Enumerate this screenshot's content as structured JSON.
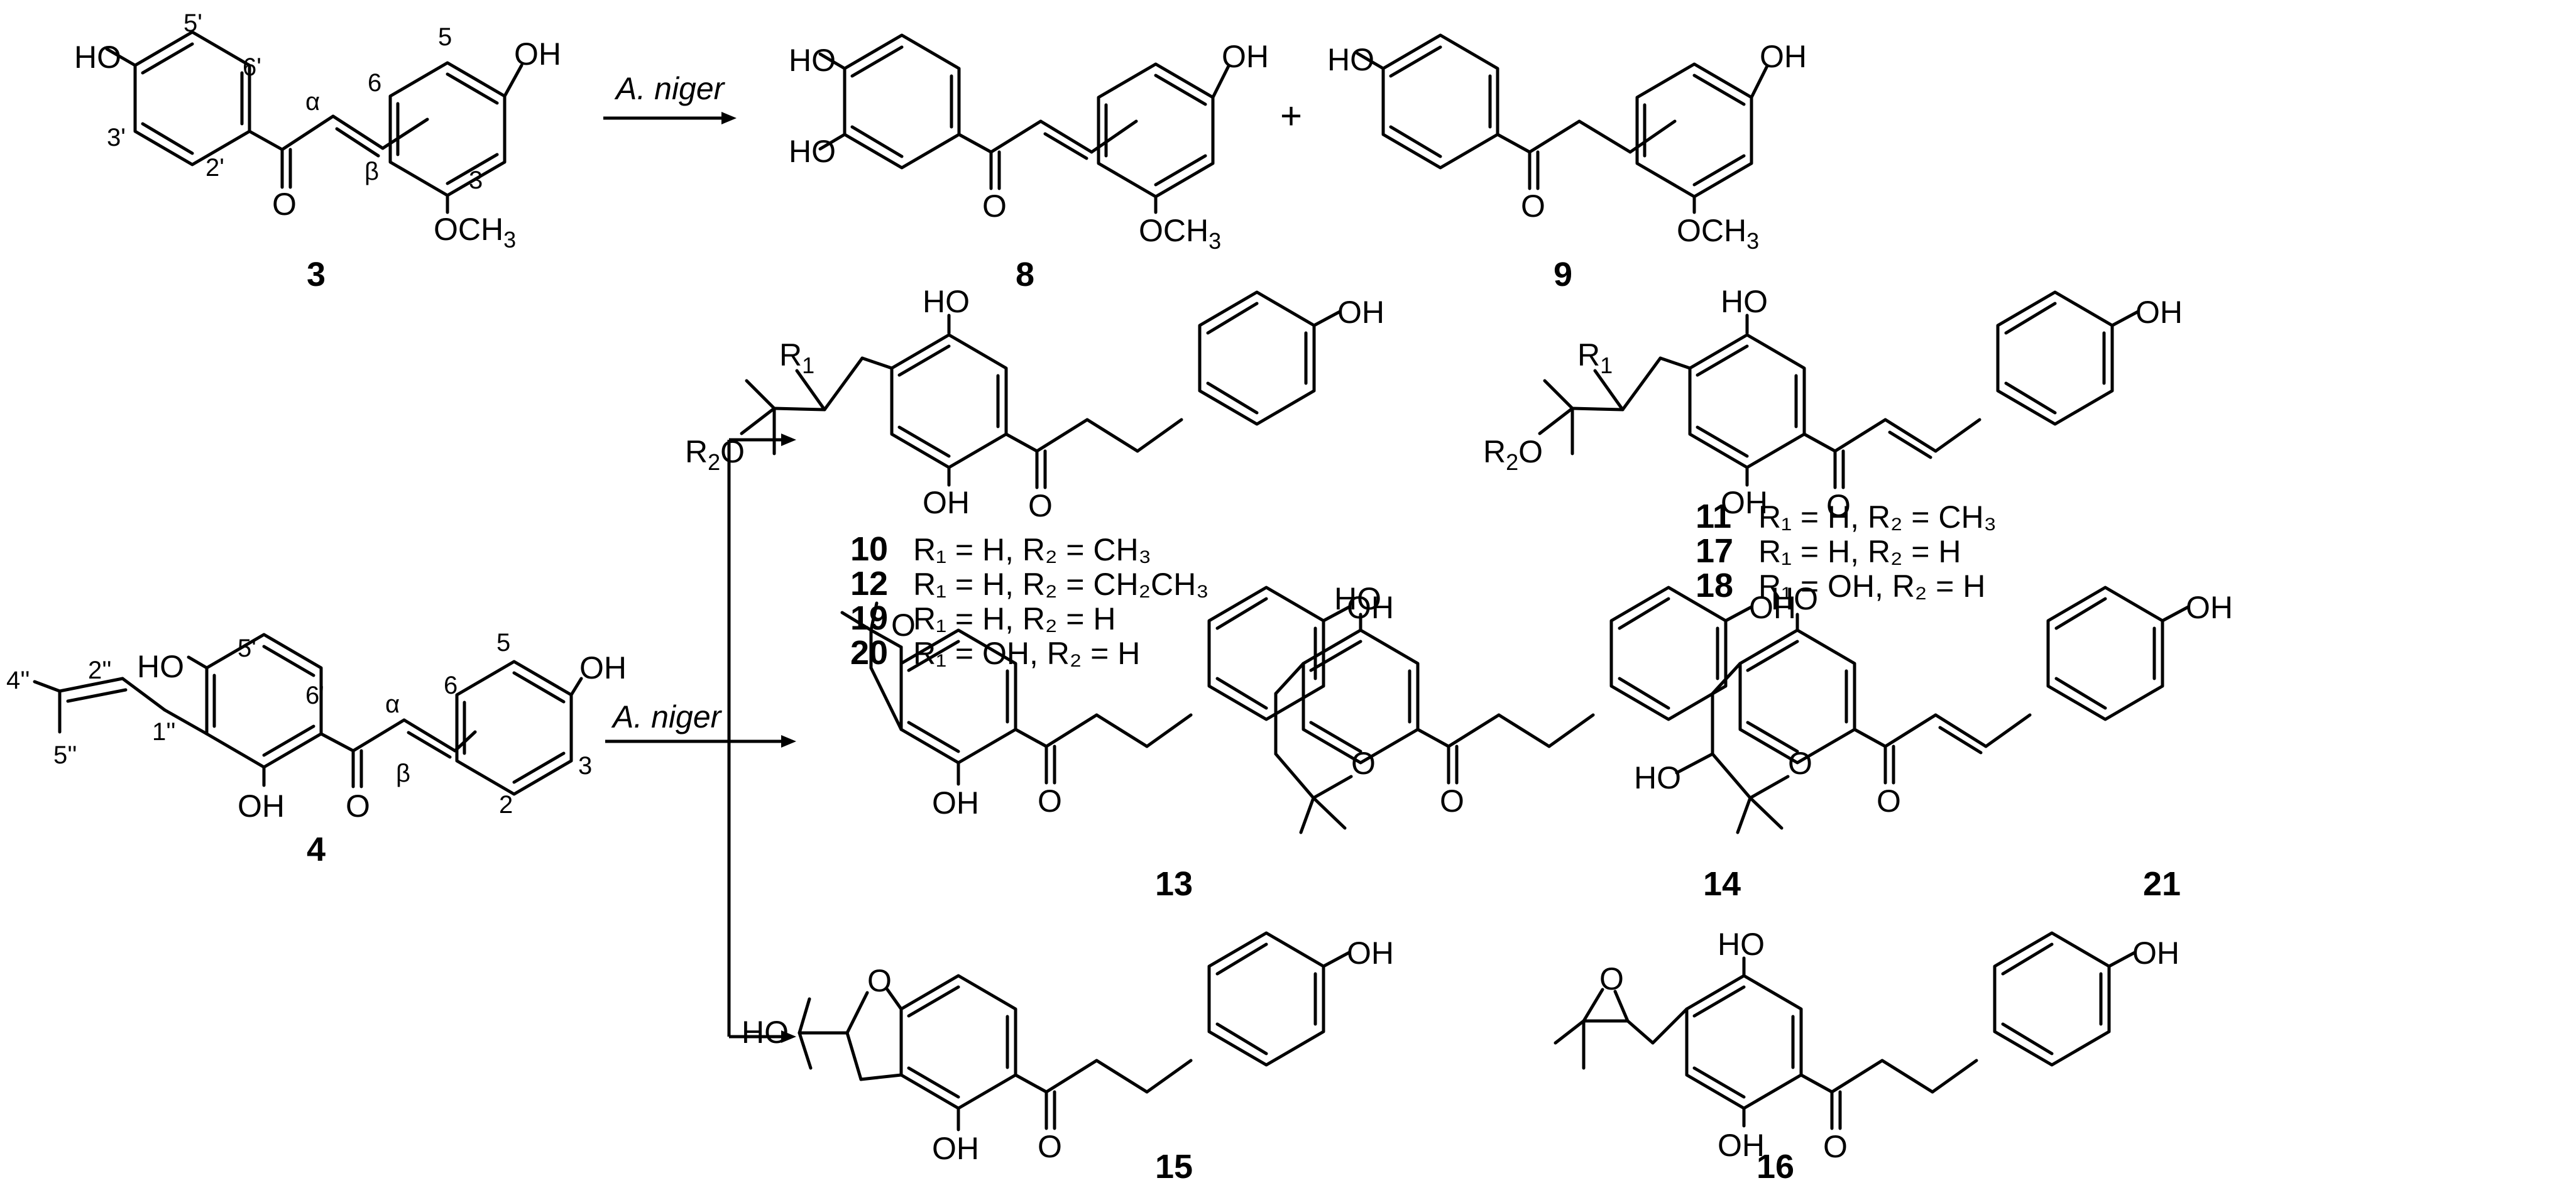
{
  "reagents": {
    "r1": "A. niger",
    "r2": "A. niger"
  },
  "plus": "+",
  "compounds": {
    "c3": "3",
    "c4": "4",
    "c8": "8",
    "c9": "9",
    "c10": "10",
    "c11": "11",
    "c12": "12",
    "c13": "13",
    "c14": "14",
    "c15": "15",
    "c16": "16",
    "c17": "17",
    "c18": "18",
    "c19": "19",
    "c20": "20",
    "c21": "21"
  },
  "atoms": {
    "oh": "OH",
    "ho": "HO",
    "o": "O",
    "och3": "OCH",
    "r1": "R",
    "r2o": "R"
  },
  "numbering": {
    "alpha": "α",
    "beta": "β",
    "p2": "2",
    "p3": "3",
    "p5": "5",
    "p6": "6",
    "p2p": "2'",
    "p3p": "3'",
    "p5p": "5'",
    "p6p": "6'",
    "p1pp": "1''",
    "p2pp": "2''",
    "p4pp": "4''",
    "p5pp": "5''"
  },
  "substituents": {
    "c10": "R₁ = H, R₂ = CH₃",
    "c12": "R₁ = H, R₂ = CH₂CH₃",
    "c19": "R₁ = H, R₂ = H",
    "c20": "R₁ = OH, R₂ = H",
    "c11": "R₁ = H, R₂ = CH₃",
    "c17": "R₁ = H, R₂ = H",
    "c18": "R₁ = OH, R₂ = H"
  }
}
